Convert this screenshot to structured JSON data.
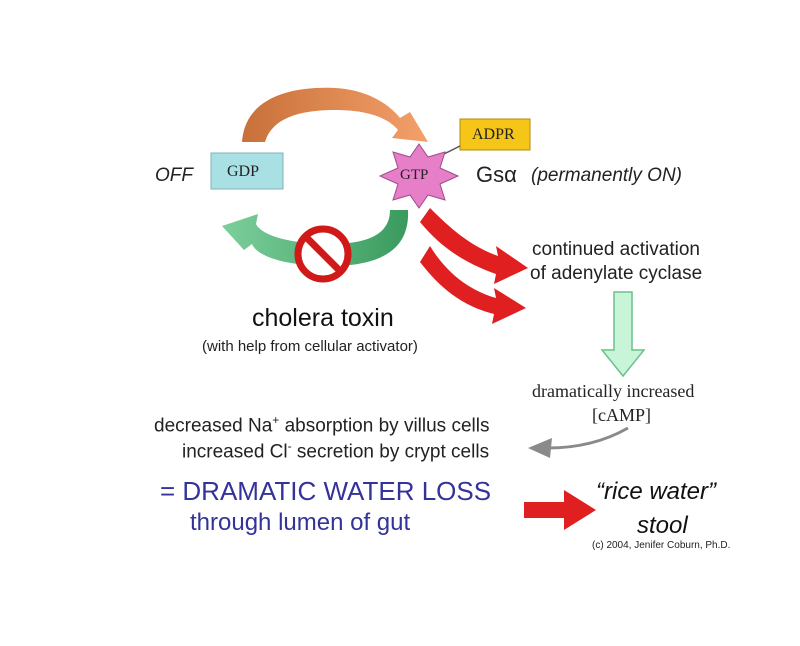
{
  "colors": {
    "gdp_fill": "#a8e0e4",
    "adpr_fill": "#f5c518",
    "gtp_fill": "#e67ec8",
    "arrow_top_light": "#f4a06a",
    "arrow_top_dark": "#c8703a",
    "arrow_bottom_light": "#7ccf9b",
    "arrow_bottom_dark": "#3a9a5e",
    "red": "#e02020",
    "prohibit": "#d01a1a",
    "down_arrow": "#c8f5d8",
    "blue_text": "#333399",
    "grey_arrow": "#8a8a8a"
  },
  "cycle": {
    "off_label": "OFF",
    "gdp_label": "GDP",
    "gtp_label": "GTP",
    "adpr_label": "ADPR",
    "gs_symbol": "Gsα",
    "gs_status": "(permanently ON)"
  },
  "toxin": {
    "title": "cholera toxin",
    "subtitle": "(with help from cellular activator)"
  },
  "activation": {
    "line1": "continued activation",
    "line2": "of adenylate cyclase"
  },
  "camp": {
    "line1": "dramatically increased",
    "line2": "[cAMP]"
  },
  "effects": {
    "line1_pre": "decreased Na",
    "line1_sup": "+",
    "line1_post": " absorption by villus cells",
    "line2_pre": "increased Cl",
    "line2_sup": "-",
    "line2_post": " secretion by crypt cells"
  },
  "loss": {
    "line1": "= DRAMATIC WATER LOSS",
    "line2": "through lumen of gut"
  },
  "stool": {
    "line1": "“rice water”",
    "line2": "stool"
  },
  "copyright": "(c) 2004, Jenifer Coburn, Ph.D."
}
